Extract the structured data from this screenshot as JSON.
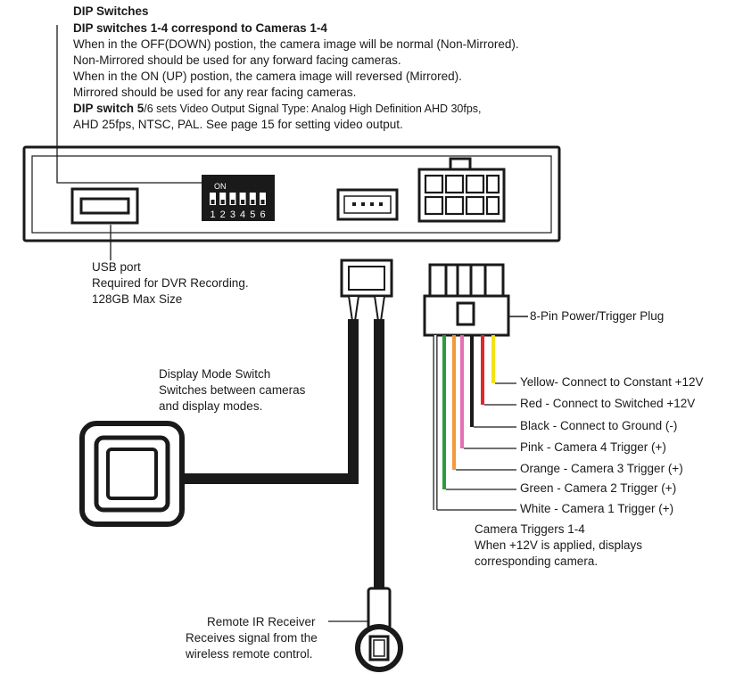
{
  "dip_info": {
    "heading": "DIP Switches",
    "line1": "DIP switches 1-4 correspond to Cameras 1-4",
    "line2": "When in the OFF(DOWN) postion, the camera image will be normal (Non-Mirrored).",
    "line3": "Non-Mirrored should be used for any forward facing cameras.",
    "line4": "When in the ON (UP) postion, the camera image will reversed (Mirrored).",
    "line5": "Mirrored should be used for any rear facing cameras.",
    "line6_bold": "DIP switch 5",
    "line6_rest": "/6 sets Video Output Signal Type: Analog High Definition AHD 30fps,",
    "line7": "AHD 25fps, NTSC, PAL. See page 15 for setting video output."
  },
  "dip_switch": {
    "on_label": "ON",
    "numbers": [
      "1",
      "2",
      "3",
      "4",
      "5",
      "6"
    ]
  },
  "usb": {
    "title": "USB port",
    "line1": "Required for DVR Recording.",
    "line2": "128GB Max Size"
  },
  "plug": {
    "label": "8-Pin Power/Trigger Plug"
  },
  "display_switch": {
    "title": "Display Mode Switch",
    "line1": "Switches between cameras",
    "line2": "and display modes."
  },
  "wires": [
    {
      "label": "Yellow- Connect to Constant +12V",
      "color": "#f2e21a"
    },
    {
      "label": "Red - Connect to Switched +12V",
      "color": "#e3262c"
    },
    {
      "label": "Black - Connect to Ground (-)",
      "color": "#1a1a1a"
    },
    {
      "label": "Pink - Camera 4 Trigger (+)",
      "color": "#e86fb3"
    },
    {
      "label": "Orange - Camera 3 Trigger (+)",
      "color": "#f29a3a"
    },
    {
      "label": "Green - Camera 2 Trigger (+)",
      "color": "#2f9a3e"
    },
    {
      "label": "White - Camera 1 Trigger (+)",
      "color": "#ffffff"
    }
  ],
  "triggers": {
    "title": "Camera Triggers 1-4",
    "line1": "When +12V is applied, displays",
    "line2": "corresponding camera."
  },
  "ir": {
    "title": "Remote IR Receiver",
    "line1": "Receives signal from the",
    "line2": "wireless remote control."
  }
}
